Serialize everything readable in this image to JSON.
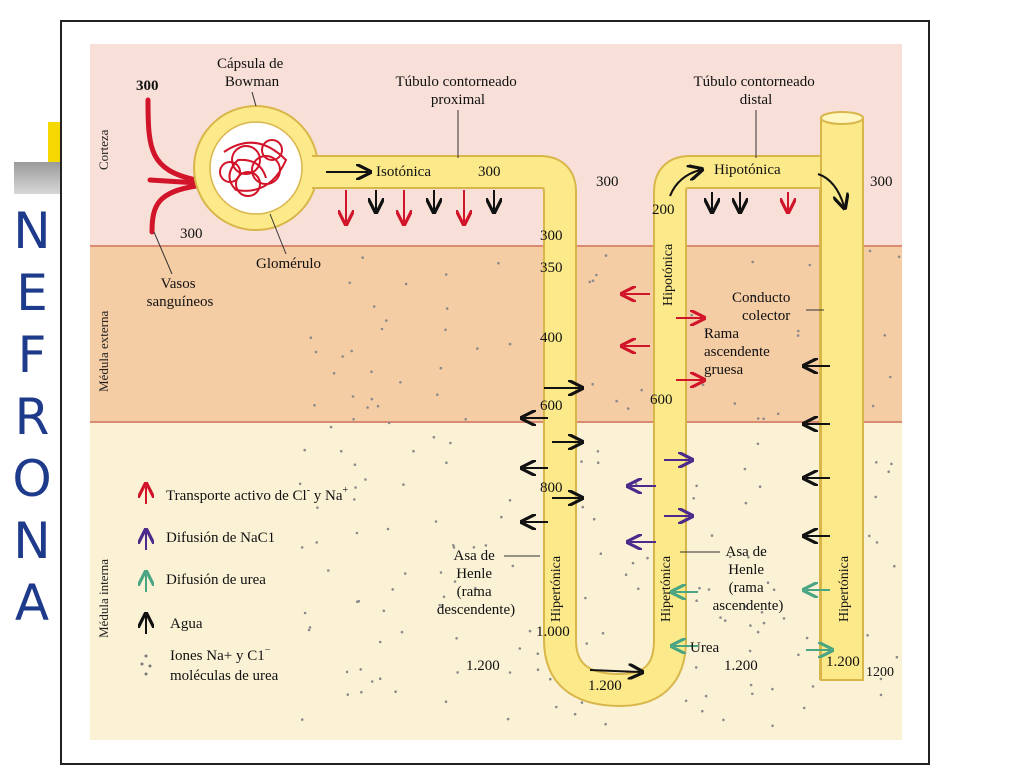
{
  "side_title": [
    "N",
    "E",
    "F",
    "R",
    "O",
    "N",
    "A"
  ],
  "zones": {
    "corteza": "Corteza",
    "medula_externa": "Médula externa",
    "medula_interna": "Médula interna"
  },
  "labels": {
    "capsula": [
      "Cápsula de",
      "Bowman"
    ],
    "tcp": [
      "Túbulo contorneado",
      "proximal"
    ],
    "tcd": [
      "Túbulo contorneado",
      "distal"
    ],
    "glomerulo": "Glomérulo",
    "vasos": [
      "Vasos",
      "sanguíneos"
    ],
    "isotonica": "Isotónica",
    "hipotonica_top": "Hipotónica",
    "hipotonica_vert": "Hipotónica",
    "conducto": [
      "Conducto",
      "colector"
    ],
    "rama_gruesa": [
      "Rama",
      "ascendente",
      "gruesa"
    ],
    "asa_desc": [
      "Asa de",
      "Henle",
      "(rama",
      "descendente)"
    ],
    "asa_asc": [
      "Asa de",
      "Henle",
      "(rama",
      "ascendente)"
    ],
    "hipertonica": "Hipertónica",
    "urea": "Urea"
  },
  "values": {
    "v300_vessel": "300",
    "v300_vessel_low": "300",
    "v300_tcp": "300",
    "v300_mid": "300",
    "v300_right": "300",
    "v300_desc": "300",
    "v350": "350",
    "v400": "400",
    "v600_desc": "600",
    "v800": "800",
    "v1000": "1.000",
    "v1200_left": "1.200",
    "v1200_bottom": "1.200",
    "v200": "200",
    "v600_asc": "600",
    "v1200_mid": "1.200",
    "v1200_duct": "1.200",
    "v1200_edge": "1200"
  },
  "legend": {
    "transporte": "Transporte activo de Cl",
    "transporte_sup": "-",
    "transporte_tail": " y Na",
    "transporte_tail_sup": "+",
    "difusion_nacl": "Difusión de NaC1",
    "difusion_urea": "Difusión de urea",
    "agua": "Agua",
    "iones": "Iones Na+ y C1",
    "iones_sup": "−",
    "moleculas": "moléculas de urea"
  },
  "colors": {
    "cortex": "#f8e0d8",
    "outer_medulla": "#f5cda5",
    "inner_medulla": "#fbf2d6",
    "tubule": "#fbe98a",
    "tubule_edge": "#d9b64a",
    "active_transport": "#d2142a",
    "nacl_diffusion": "#4b2a8c",
    "urea_diffusion": "#4aa582",
    "water": "#111111",
    "title_letters": "#1e3a8a"
  }
}
